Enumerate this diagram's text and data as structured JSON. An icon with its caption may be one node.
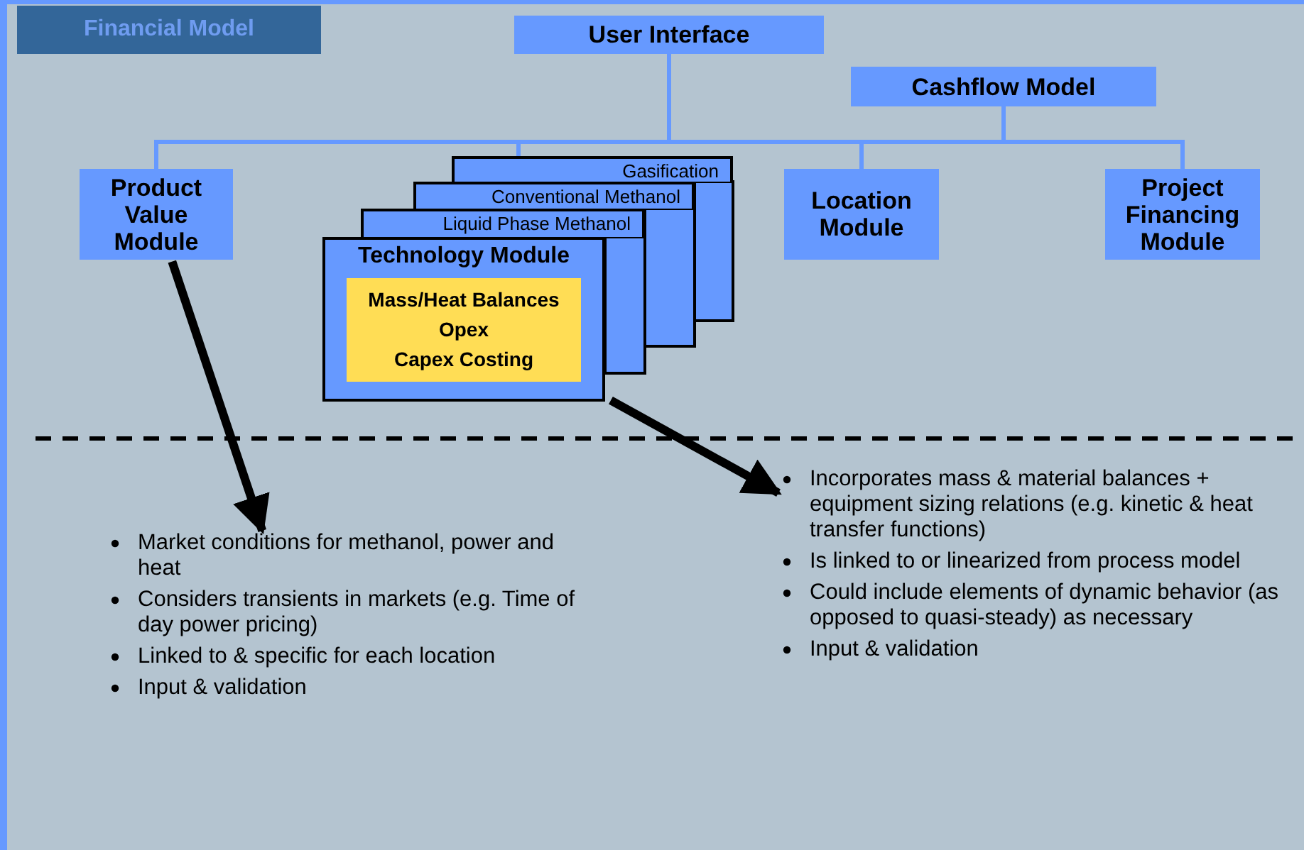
{
  "diagram": {
    "title": "Financial Model",
    "nodes": [
      {
        "text": [
          "User Interface"
        ]
      },
      {
        "text": [
          "Cashflow Model"
        ]
      },
      {
        "text": [
          "Product Value Module"
        ]
      },
      {
        "text": [
          "Gasification"
        ]
      },
      {
        "text": [
          "Conventional Methanol"
        ]
      },
      {
        "text": [
          "Liquid Phase Methanol"
        ]
      },
      {
        "text": [
          "Technology Module"
        ]
      },
      {
        "text": [
          "Mass/Heat Balances",
          "Opex",
          "Capex Costing"
        ],
        "in": 6
      },
      {
        "text": [
          "Location Module"
        ]
      },
      {
        "text": [
          "Project Financing Module"
        ]
      },
      {
        "text": [
          "Market conditions for methanol, power and heat",
          "Considers transients in markets (e.g. Time of day power pricing)",
          "Linked to & specific for each location",
          "Input & validation"
        ]
      },
      {
        "text": [
          "Incorporates mass & material balances + equipment sizing relations (e.g. kinetic & heat transfer functions)",
          "Is linked to or linearized from process model",
          "Could include elements of dynamic behavior (as opposed to quasi-steady) as necessary",
          "Input & validation"
        ]
      }
    ],
    "edges": [
      {
        "from": 0,
        "to": 2,
        "arrow": "none"
      },
      {
        "from": 0,
        "to": 3,
        "arrow": "none"
      },
      {
        "from": 0,
        "to": 8,
        "arrow": "none"
      },
      {
        "from": 0,
        "to": 9,
        "arrow": "none"
      },
      {
        "from": 1,
        "to": 2,
        "arrow": "none"
      },
      {
        "from": 1,
        "to": 3,
        "arrow": "none"
      },
      {
        "from": 1,
        "to": 8,
        "arrow": "none"
      },
      {
        "from": 1,
        "to": 9,
        "arrow": "none"
      },
      {
        "from": 2,
        "to": 10,
        "arrow": "to",
        "style": "thick",
        "color": "#000000"
      },
      {
        "from": 6,
        "to": 11,
        "arrow": "to",
        "style": "thick",
        "color": "#000000"
      }
    ]
  }
}
